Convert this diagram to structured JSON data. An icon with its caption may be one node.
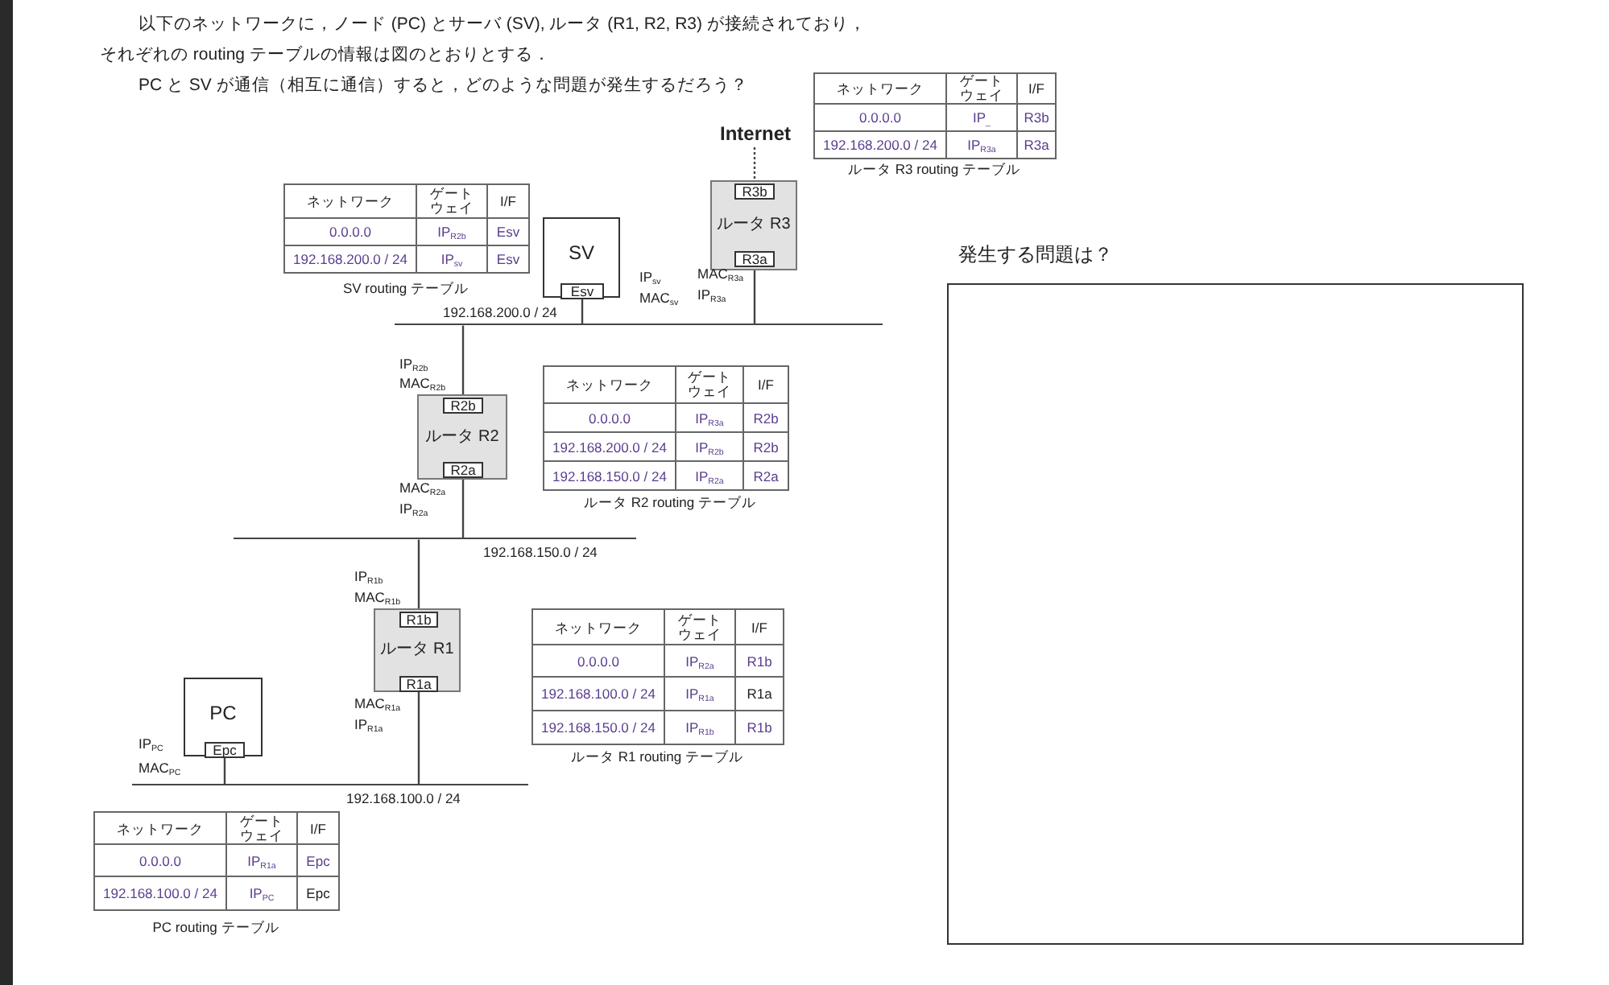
{
  "diagram": {
    "nodes": [
      {
        "text": [
          "Internet"
        ]
      },
      {
        "text": [
          "ルータ R3"
        ]
      },
      {
        "text": [
          "R3b"
        ],
        "in": 1
      },
      {
        "text": [
          "R3a"
        ],
        "in": 1,
        "beside": [
          "MAC$_{R3a}$",
          "IP$_{R3a}$"
        ]
      },
      {
        "text": [
          "SV"
        ]
      },
      {
        "text": [
          "Esv"
        ],
        "in": 4,
        "beside": [
          "IP$_{sv}$",
          "MAC$_{sv}$"
        ]
      },
      {
        "text": [],
        "shape": "bar",
        "beside": [
          "192.168.200.0 / 24"
        ]
      },
      {
        "text": [
          "ルータ R2"
        ]
      },
      {
        "text": [
          "R2b"
        ],
        "in": 7,
        "beside": [
          "IP$_{R2b}$",
          "MAC$_{R2b}$"
        ]
      },
      {
        "text": [
          "R2a"
        ],
        "in": 7,
        "beside": [
          "MAC$_{R2a}$",
          "IP$_{R2a}$"
        ]
      },
      {
        "text": [],
        "shape": "bar",
        "beside": [
          "192.168.150.0 / 24"
        ]
      },
      {
        "text": [
          "ルータ R1"
        ]
      },
      {
        "text": [
          "R1b"
        ],
        "in": 11,
        "beside": [
          "IP$_{R1b}$",
          "MAC$_{R1b}$"
        ]
      },
      {
        "text": [
          "R1a"
        ],
        "in": 11,
        "beside": [
          "MAC$_{R1a}$",
          "IP$_{R1a}$"
        ]
      },
      {
        "text": [
          "PC"
        ]
      },
      {
        "text": [
          "Epc"
        ],
        "in": 14,
        "beside": [
          "IP$_{PC}$",
          "MAC$_{PC}$"
        ]
      },
      {
        "text": [],
        "shape": "bar",
        "beside": [
          "192.168.100.0 / 24"
        ]
      }
    ],
    "edges": [
      {
        "from": 2,
        "to": 0,
        "arrow": "none",
        "style": "dashed"
      },
      {
        "from": 5,
        "to": 6,
        "arrow": "none"
      },
      {
        "from": 3,
        "to": 6,
        "arrow": "none"
      },
      {
        "from": 6,
        "to": 8,
        "arrow": "none"
      },
      {
        "from": 9,
        "to": 10,
        "arrow": "none"
      },
      {
        "from": 10,
        "to": 12,
        "arrow": "none"
      },
      {
        "from": 13,
        "to": 16,
        "arrow": "none"
      },
      {
        "from": 15,
        "to": 16,
        "arrow": "none"
      }
    ],
    "labels": [
      "以下のネットワークに，ノード (PC) とサーバ (SV), ルータ (R1, R2, R3) が接続されており，それぞれの routing テーブルの情報は図のとおりとする．",
      "PC と SV が通信（相互に通信）すると，どのような問題が発生するだろう？",
      "ネットワーク",
      "ゲートウェイ",
      "I/F",
      "0.0.0.0",
      "IP$_{_}$",
      "R3b",
      "192.168.200.0 / 24",
      "IP$_{R3a}$",
      "R3a",
      "ルータ R3 routing テーブル",
      "ネットワーク",
      "ゲートウェイ",
      "I/F",
      "0.0.0.0",
      "IP$_{R2b}$",
      "Esv",
      "192.168.200.0 / 24",
      "IP$_{sv}$",
      "Esv",
      "SV routing テーブル",
      "発生する問題は？",
      "ネットワーク",
      "ゲートウェイ",
      "I/F",
      "0.0.0.0",
      "IP$_{R3a}$",
      "R2b",
      "192.168.200.0 / 24",
      "IP$_{R2b}$",
      "R2b",
      "192.168.150.0 / 24",
      "IP$_{R2a}$",
      "R2a",
      "ルータ R2 routing テーブル",
      "ネットワーク",
      "ゲートウェイ",
      "I/F",
      "0.0.0.0",
      "IP$_{R2a}$",
      "R1b",
      "192.168.100.0 / 24",
      "IP$_{R1a}$",
      "R1a",
      "192.168.150.0 / 24",
      "IP$_{R1b}$",
      "R1b",
      "ルータ R1 routing テーブル",
      "ネットワーク",
      "ゲートウェイ",
      "I/F",
      "0.0.0.0",
      "IP$_{R1a}$",
      "Epc",
      "192.168.100.0 / 24",
      "IP$_{PC}$",
      "Epc",
      "PC routing テーブル"
    ]
  }
}
